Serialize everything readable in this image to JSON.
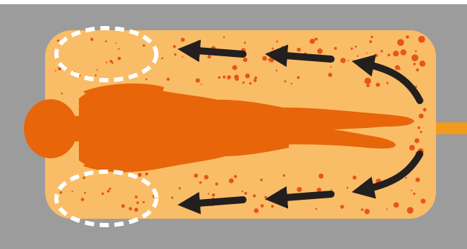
{
  "diagram": {
    "colors": {
      "background": "#9c9c9c",
      "chamber": "#f9bd67",
      "body": "#e8650a",
      "particles": "#e8541a",
      "arrows": "#231f1f",
      "outlet": "#f29a1c",
      "zones": "#ffffff"
    },
    "elements": {
      "chamber": "rounded-chamber",
      "figure": "supine-human-silhouette",
      "outlet": "outlet-pipe",
      "zones": [
        "dead-zone-top-left",
        "dead-zone-bottom-left"
      ],
      "flow_arrows": [
        "curved-return-arrow-top",
        "flow-arrow-top-middle",
        "flow-arrow-top-left",
        "curved-return-arrow-bottom",
        "flow-arrow-bottom-middle",
        "flow-arrow-bottom-left"
      ]
    }
  }
}
